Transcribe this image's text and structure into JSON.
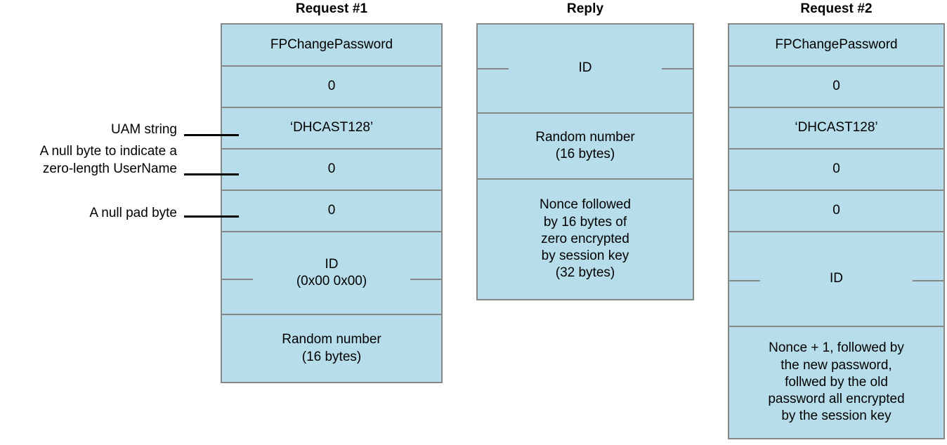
{
  "figure": {
    "title": "AFP FPChangePassword DHCAST128 exchange",
    "fill_color": "#b6dde9",
    "border_color": "#878787",
    "leader_color": "#000000",
    "background_color": "#ffffff"
  },
  "columns": [
    {
      "id": "request-1",
      "title": "Request #1",
      "fields": [
        {
          "label": "FPChangePassword"
        },
        {
          "label": "0"
        },
        {
          "label": "‘DHCAST128’"
        },
        {
          "label": "0"
        },
        {
          "label": "0"
        },
        {
          "label": "ID\n(0x00 0x00)",
          "split": true
        },
        {
          "label": "Random number\n(16 bytes)"
        }
      ]
    },
    {
      "id": "reply",
      "title": "Reply",
      "fields": [
        {
          "label": "ID",
          "split": true
        },
        {
          "label": "Random number\n(16 bytes)"
        },
        {
          "label": "Nonce followed\nby 16 bytes of\nzero encrypted\nby session key\n(32 bytes)"
        }
      ]
    },
    {
      "id": "request-2",
      "title": "Request #2",
      "fields": [
        {
          "label": "FPChangePassword"
        },
        {
          "label": "0"
        },
        {
          "label": "‘DHCAST128’"
        },
        {
          "label": "0"
        },
        {
          "label": "0"
        },
        {
          "label": "ID",
          "split": true
        },
        {
          "label": "Nonce + 1, followed by\nthe new password,\nfollwed by the old\npassword all encrypted\nby the session key"
        }
      ]
    }
  ],
  "annotations": [
    {
      "id": "uam-string",
      "text": "UAM string"
    },
    {
      "id": "null-username",
      "text": "A null byte to indicate a\nzero-length UserName"
    },
    {
      "id": "null-pad-byte",
      "text": "A null pad byte"
    }
  ]
}
